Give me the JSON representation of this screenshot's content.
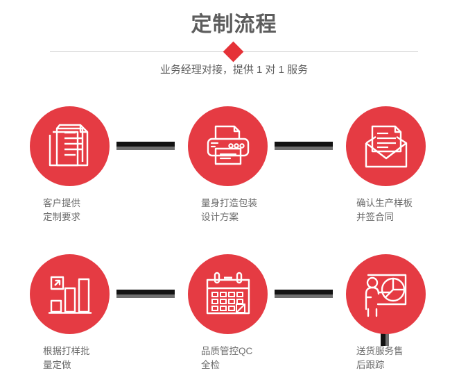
{
  "header": {
    "title": "定制流程",
    "subtitle": "业务经理对接，提供 1 对 1 服务",
    "accent_color": "#e53238",
    "title_color": "#5d5d5d",
    "divider_color": "#d4d4d4"
  },
  "theme": {
    "circle_color": "#e53b43",
    "icon_color": "#ffffff",
    "connector_color": "#121212",
    "connector_shadow_color": "#6e6e6e",
    "label_color": "#6b6b6b"
  },
  "flow": {
    "steps": [
      {
        "index": "1",
        "icon": "documents-stack-icon",
        "label": "客户提供\n定制要求"
      },
      {
        "index": "2",
        "icon": "printer-icon",
        "label": "量身打造包装\n设计方案"
      },
      {
        "index": "3",
        "icon": "open-envelope-letter-icon",
        "label": "确认生产样板\n并签合同"
      },
      {
        "index": "4",
        "icon": "bar-chart-growth-icon",
        "label": "根据打样批\n量定做"
      },
      {
        "index": "5",
        "icon": "calendar-icon",
        "label": "品质管控QC\n全检"
      },
      {
        "index": "6",
        "icon": "presenter-pie-chart-icon",
        "label": "送货服务售\n后跟踪"
      }
    ],
    "connectors": [
      {
        "name": "connector-step1-step2",
        "orientation": "horizontal"
      },
      {
        "name": "connector-step2-step3",
        "orientation": "horizontal"
      },
      {
        "name": "connector-step3-step6",
        "orientation": "vertical"
      },
      {
        "name": "connector-step4-step5",
        "orientation": "horizontal"
      },
      {
        "name": "connector-step5-step6",
        "orientation": "horizontal"
      }
    ]
  }
}
